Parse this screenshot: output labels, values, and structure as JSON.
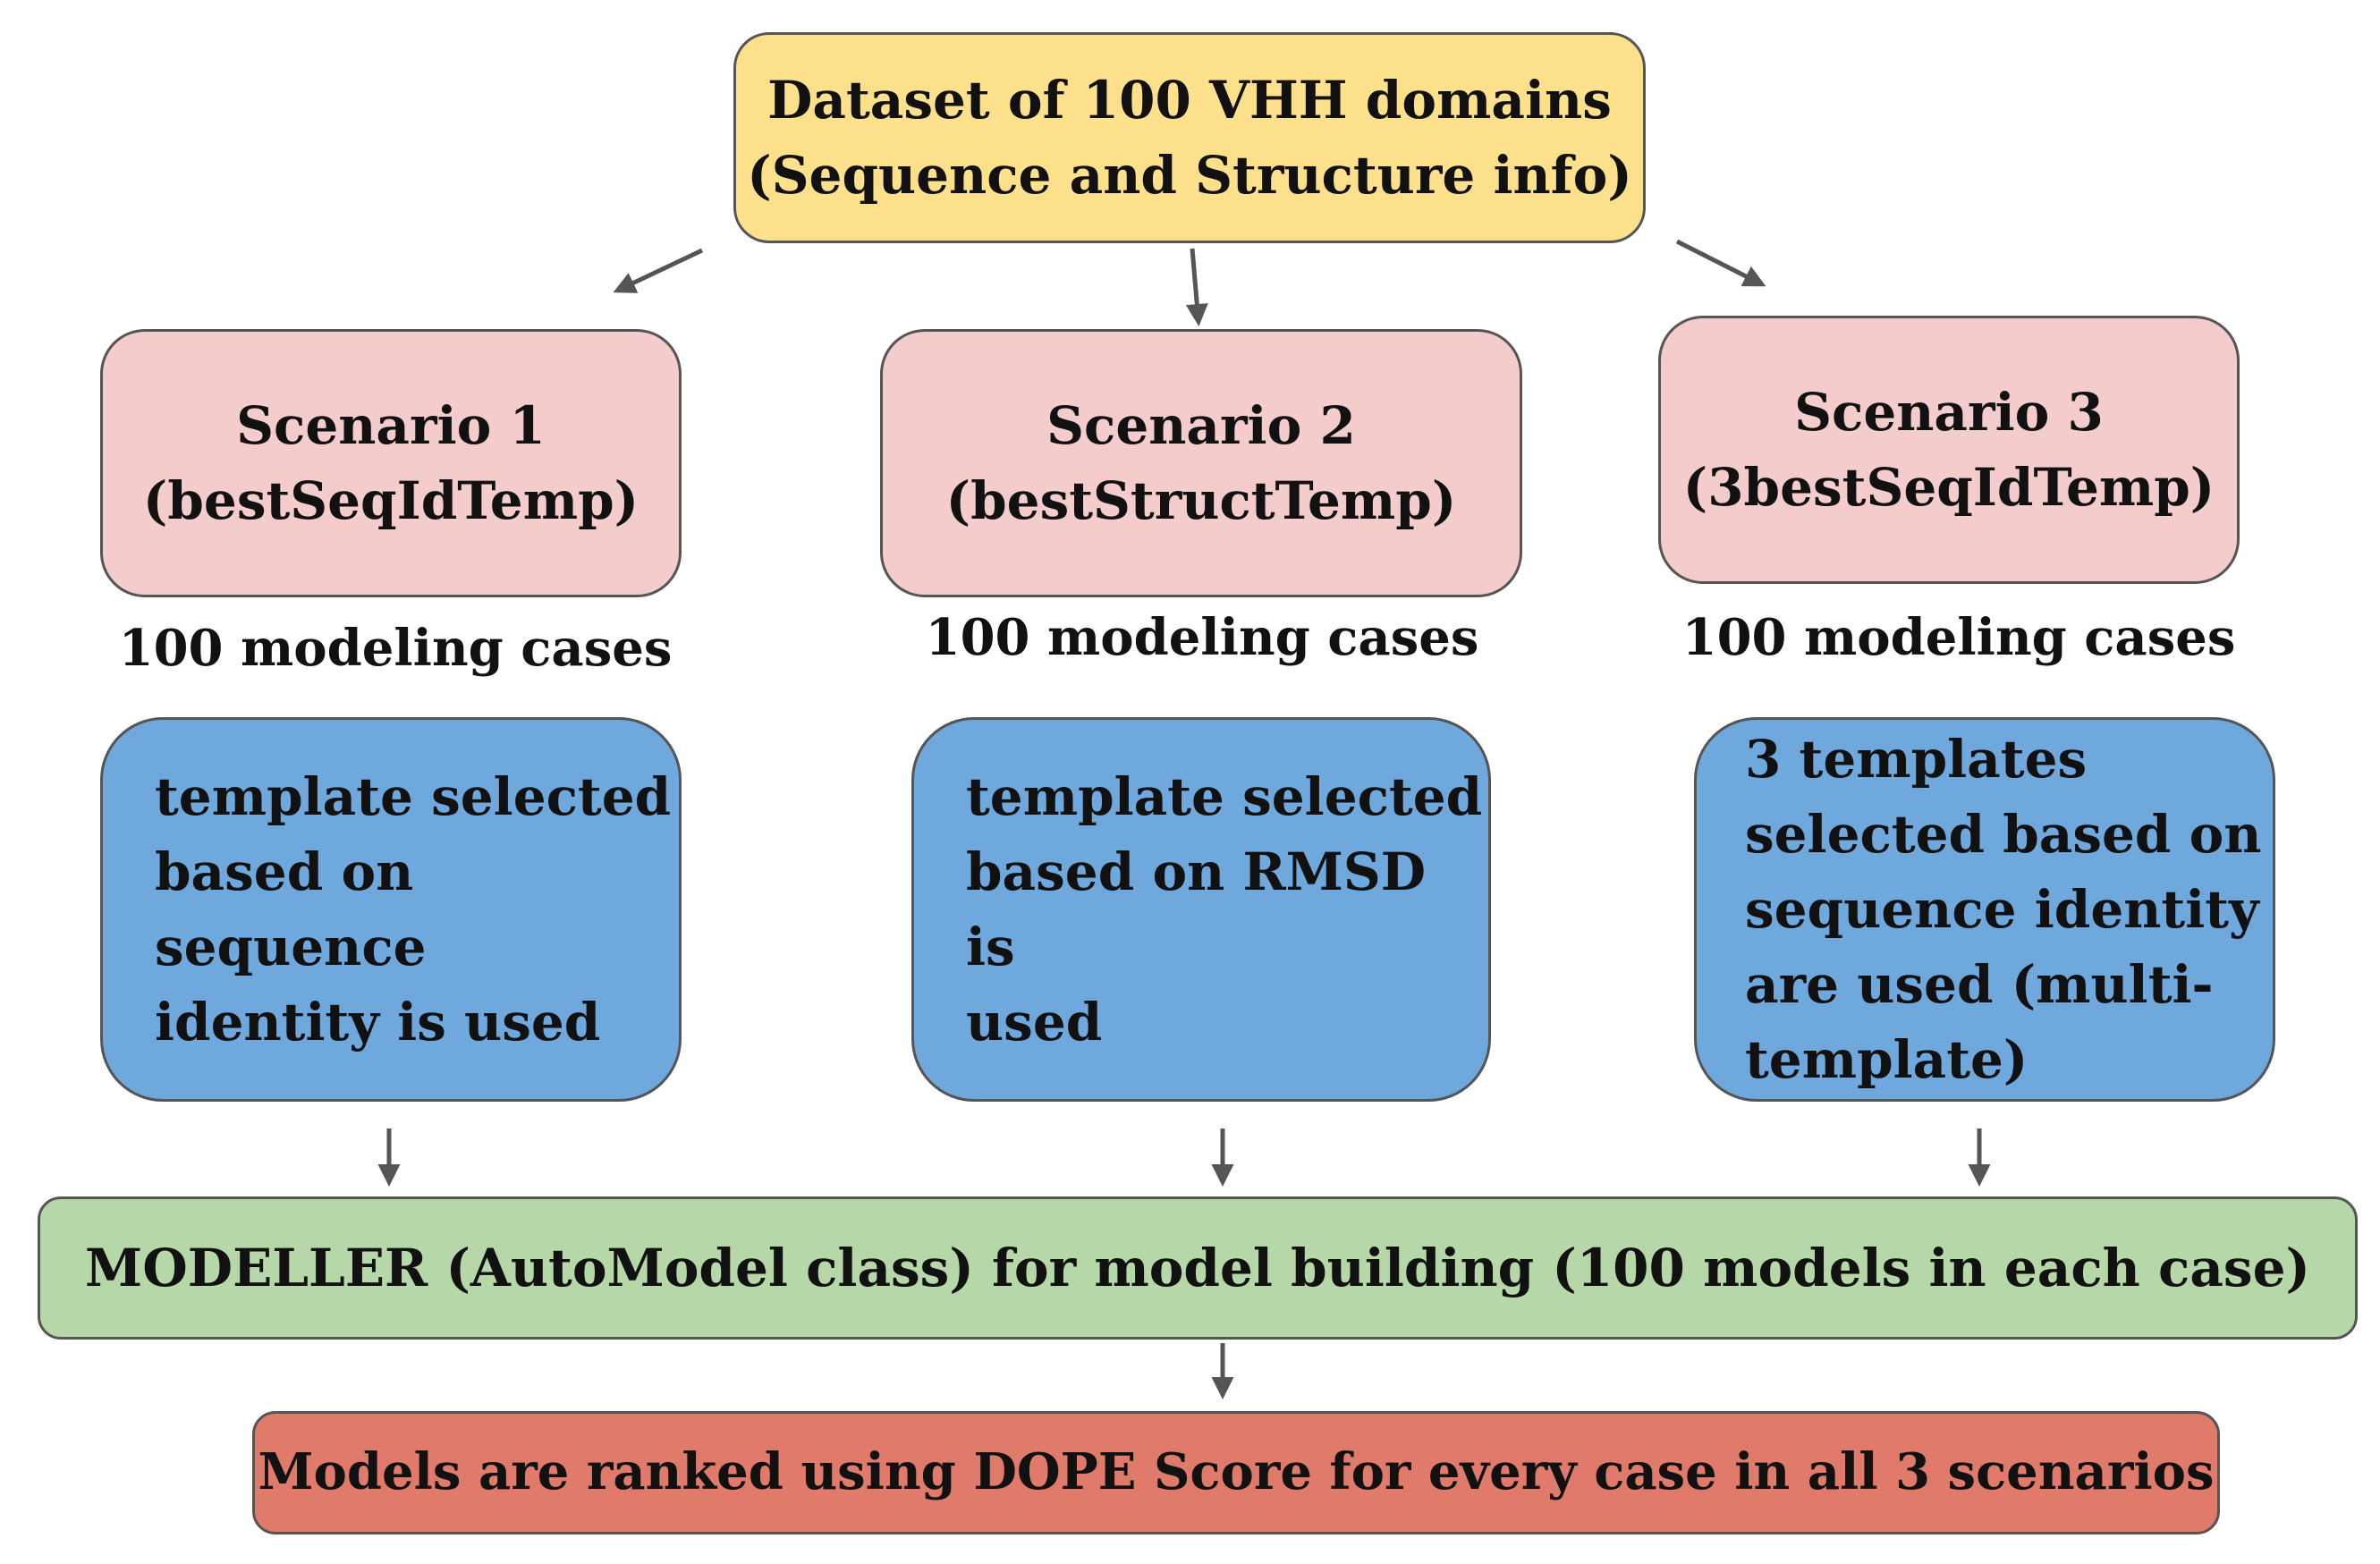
{
  "dataset": {
    "line1": "Dataset of 100 VHH domains",
    "line2": "(Sequence and Structure info)"
  },
  "scenarios": [
    {
      "title": "Scenario 1",
      "subtitle": "(bestSeqIdTemp)",
      "cases": "100 modeling cases",
      "method": "template selected\nbased on sequence\nidentity is used"
    },
    {
      "title": "Scenario 2",
      "subtitle": "(bestStructTemp)",
      "cases": "100 modeling cases",
      "method": "template  selected\nbased on RMSD is\nused"
    },
    {
      "title": "Scenario 3",
      "subtitle": "(3bestSeqIdTemp)",
      "cases": "100 modeling cases",
      "method": "3 templates\nselected based on\nsequence identity\nare used (multi-\ntemplate)"
    }
  ],
  "modeller": "MODELLER (AutoModel class) for model building (100  models in each case)",
  "ranking": "Models are ranked using DOPE Score for every case in all  3 scenarios",
  "colors": {
    "dataset_fill": "#fde08c",
    "scenario_fill": "#f4cccc",
    "method_fill": "#6fa8dc",
    "modeller_fill": "#b6d7a8",
    "ranking_fill": "#e07b6b",
    "border": "#555555",
    "arrow": "#555555"
  }
}
